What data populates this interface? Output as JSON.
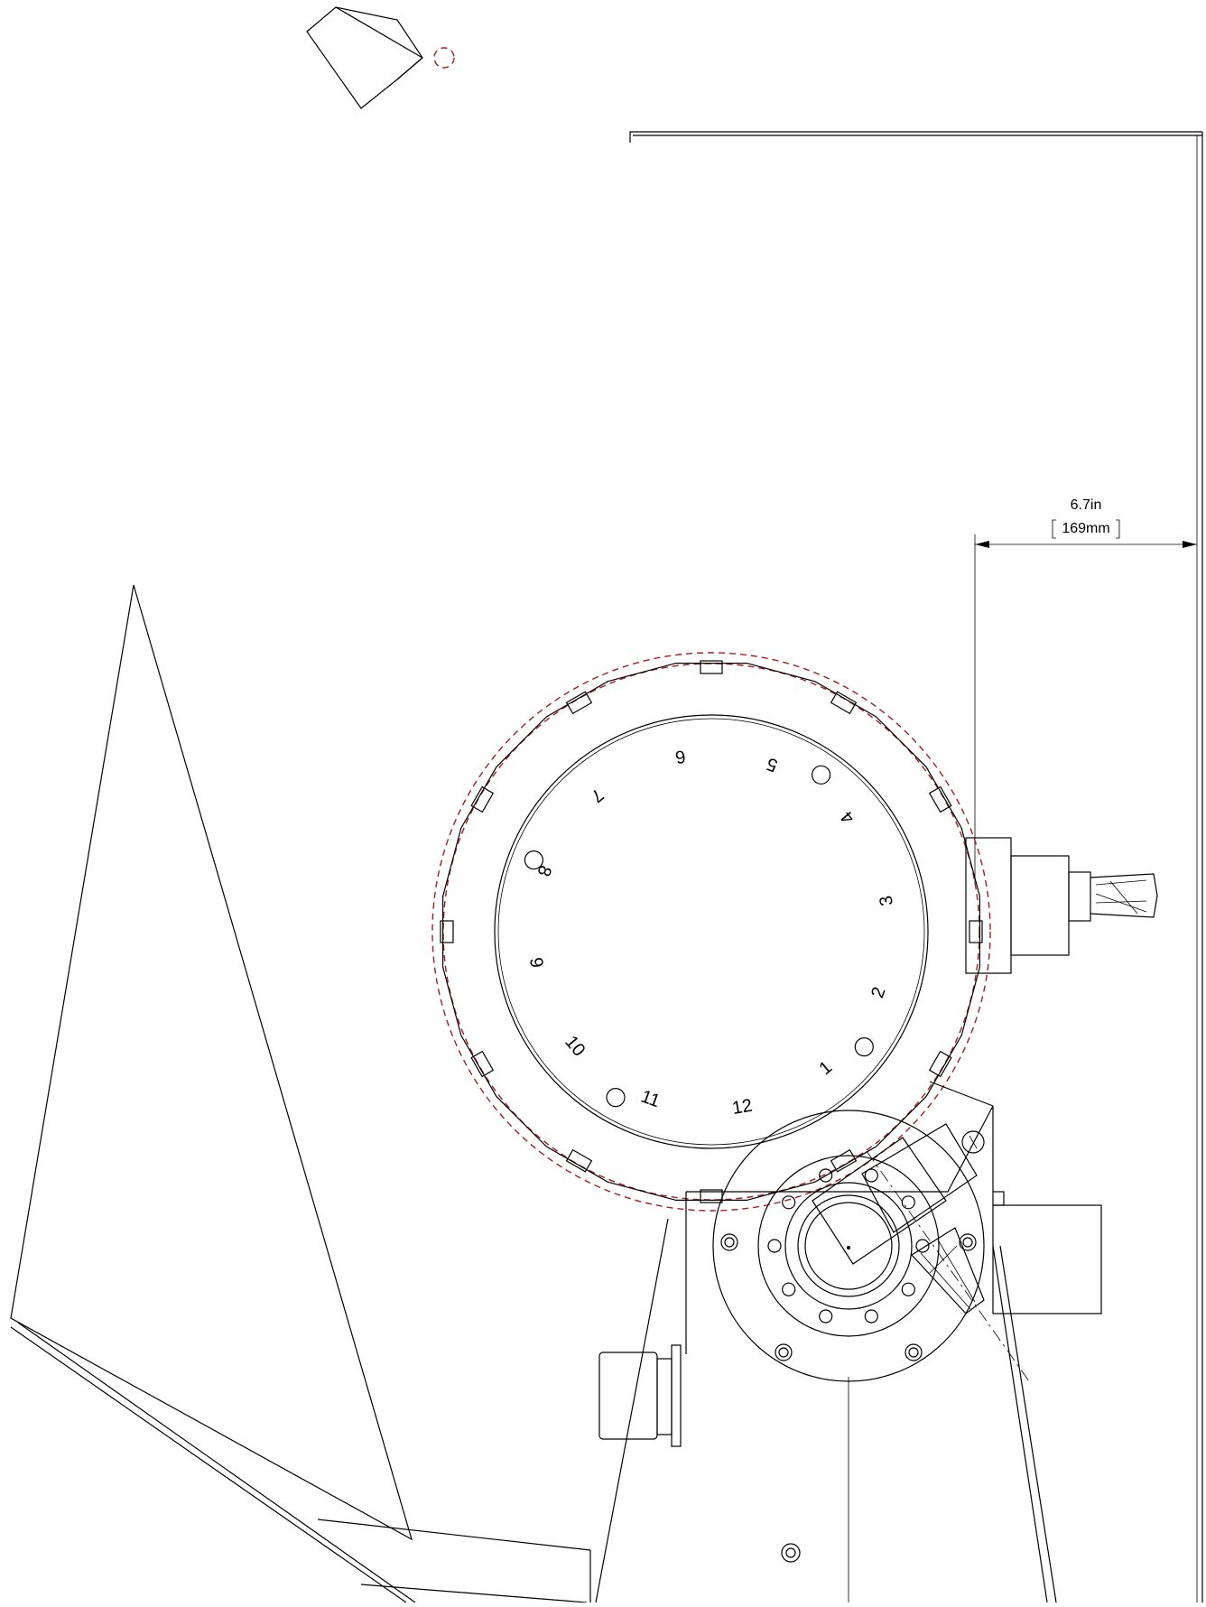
{
  "dimension": {
    "inches": "6.7in",
    "millimeters": "169mm"
  },
  "tool_positions": [
    {
      "label": "6"
    },
    {
      "label": "5"
    },
    {
      "label": "4"
    },
    {
      "label": "3"
    },
    {
      "label": "2"
    },
    {
      "label": "1"
    },
    {
      "label": "12"
    },
    {
      "label": "11"
    },
    {
      "label": "10"
    },
    {
      "label": "9"
    },
    {
      "label": "8"
    },
    {
      "label": "7"
    }
  ],
  "colors": {
    "line": "#000000",
    "dashed_outline": "#a02020"
  }
}
